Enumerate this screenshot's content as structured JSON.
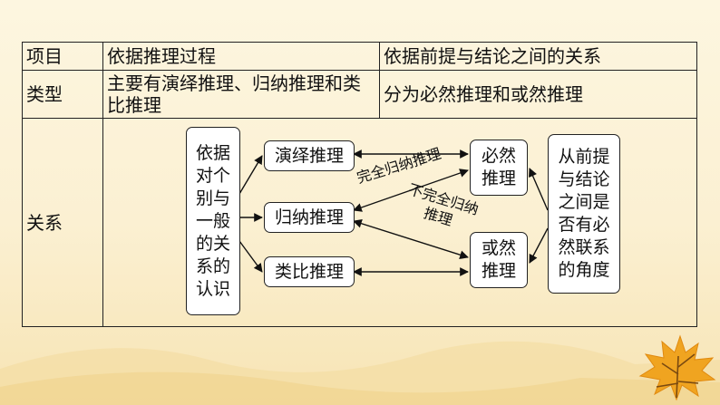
{
  "table": {
    "header": [
      "项目",
      "依据推理过程",
      "依据前提与结论之间的关系"
    ],
    "type_row": {
      "label": "类型",
      "process_text": "主要有演绎推理、归纳推理和类比推理",
      "relation_text": "分为必然推理和或然推理"
    },
    "relation_row": {
      "label": "关系"
    }
  },
  "diagram": {
    "left_box": "依据对个别与一般的关系的认识",
    "methods": [
      "演绎推理",
      "归纳推理",
      "类比推理"
    ],
    "results": [
      "必然推理",
      "或然推理"
    ],
    "right_box": "从前提与结论之间是否有必然联系的角度",
    "label_complete": "完全归纳推理",
    "label_incomplete": "不完全归纳推理"
  }
}
